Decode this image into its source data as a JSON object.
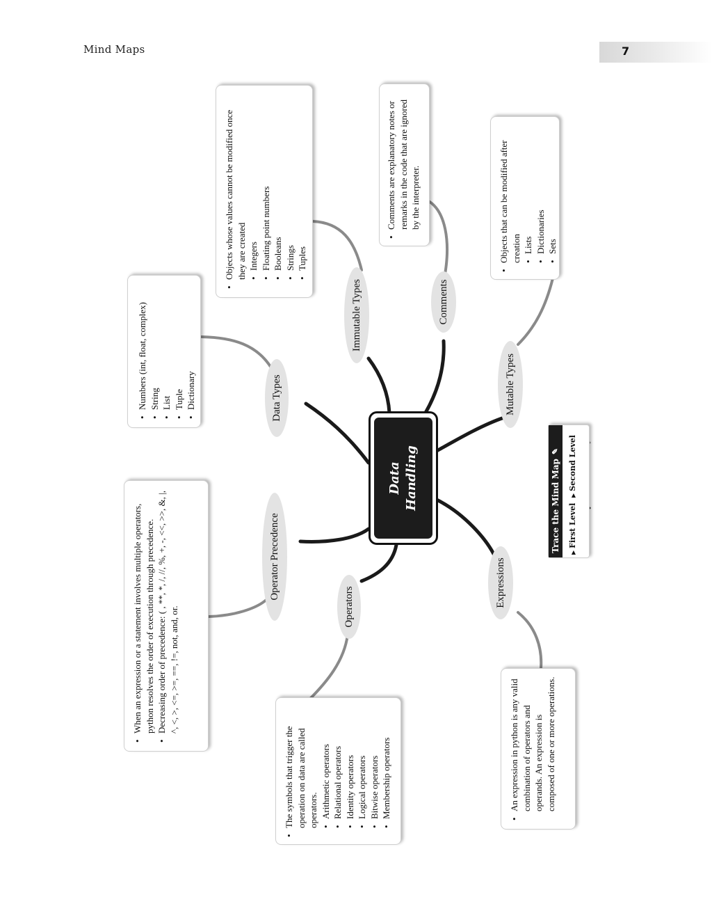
{
  "header": {
    "title": "Mind Maps",
    "page_number": "7"
  },
  "center": {
    "line1": "Data",
    "line2": "Handling"
  },
  "branches": {
    "data_types": "Data Types",
    "immutable_types": "Immutable Types",
    "comments": "Comments",
    "mutable_types": "Mutable Types",
    "operator_precedence": "Operator Precedence",
    "operators": "Operators",
    "expressions": "Expressions"
  },
  "cards": {
    "data_types": {
      "items": [
        "Numbers (int, float, complex)",
        "String",
        "List",
        "Tuple",
        "Dictionary"
      ]
    },
    "immutable_types": {
      "intro": "Objects whose values cannot be modified once they are created",
      "items": [
        "Integers",
        "Floating point numbers",
        "Booleans",
        "Strings",
        "Tuples"
      ]
    },
    "comments": {
      "text": "Comments are explanatory notes or remarks in the code that are ignored by the interpreter."
    },
    "mutable_types": {
      "intro": "Objects that can be modified after creation",
      "items": [
        "Lists",
        "Dictionaries",
        "Sets"
      ]
    },
    "operator_precedence": {
      "text1": "When an expression or a statement involves multiple operators, python resolves the order of execution through precedence.",
      "text2": "Decreasing order of precedence: ( , **, *, /, //, %, +, -, <<, >>, &, |, ^, <, >, <=, >=, ==, !=, not, and, or."
    },
    "operators": {
      "intro": "The symbols that trigger the operation on data are called operators.",
      "items": [
        "Arithmetic operators",
        "Relational operators",
        "Identity operators",
        "Logical operators",
        "Bitwise operators",
        "Membership operators"
      ]
    },
    "expressions": {
      "text": "An expression in python is any valid combination of operators and operands. An expression is composed of one or more operations."
    }
  },
  "legend": {
    "title": "Trace the Mind Map",
    "first_level": "First Level",
    "second_level": "Second Level"
  }
}
